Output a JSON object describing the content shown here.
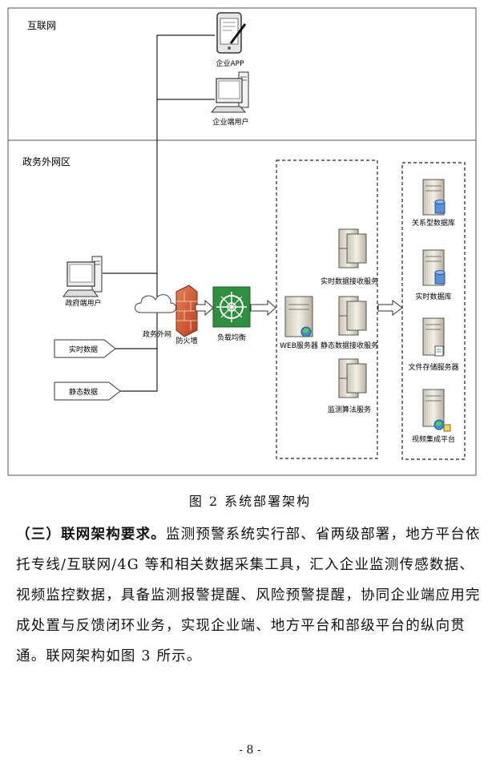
{
  "diagram": {
    "zone_internet": "互联网",
    "zone_gov": "政务外网区",
    "nodes": {
      "enterprise_app": "企业APP",
      "enterprise_user": "企业端用户",
      "gov_user": "政府端用户",
      "gov_network": "政务外网",
      "firewall": "防火墙",
      "load_balancer": "负载均衡",
      "web_server": "WEB服务器",
      "realtime_receive": "实时数据接收服务",
      "static_receive": "静态数据接收服务",
      "algorithm": "监测算法服务",
      "relational_db": "关系型数据库",
      "realtime_db": "实时数据库",
      "file_storage": "文件存储服务器",
      "video_platform": "视频集成平台",
      "realtime_data": "实时数据",
      "static_data": "静态数据"
    }
  },
  "caption": "图 2   系统部署架构",
  "paragraph": {
    "lead": "（三）联网架构要求。",
    "body": "监测预警系统实行部、省两级部署，地方平台依托专线/互联网/4G 等和相关数据采集工具，汇入企业监测传感数据、视频监控数据，具备监测报警提醒、风险预警提醒，协同企业端应用完成处置与反馈闭环业务，实现企业端、地方平台和部级平台的纵向贯通。联网架构如图 3 所示。"
  },
  "page_number": "- 8 -"
}
